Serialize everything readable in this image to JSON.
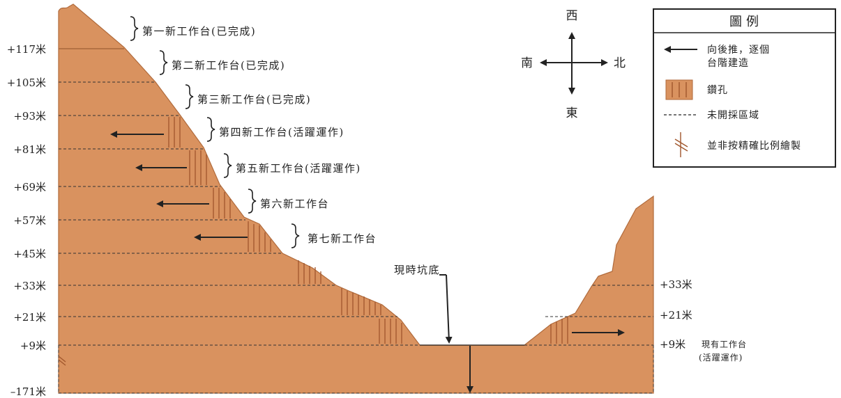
{
  "levels_left": [
    "+117米",
    "+105米",
    "+93米",
    "+81米",
    "+69米",
    "+57米",
    "+45米",
    "+33米",
    "+21米",
    "+9米",
    "–171米"
  ],
  "levels_right": [
    "+33米",
    "+21米",
    "+9米"
  ],
  "benches": [
    "第一新工作台(已完成)",
    "第二新工作台(已完成)",
    "第三新工作台(已完成)",
    "第四新工作台(活躍運作)",
    "第五新工作台(活躍運作)",
    "第六新工作台",
    "第七新工作台"
  ],
  "pit_bottom_label": "現時坑底",
  "existing_bench": {
    "line1": "現有工作台",
    "line2": "(活躍運作)"
  },
  "compass": {
    "north": "北",
    "south": "南",
    "east": "東",
    "west": "西"
  },
  "legend": {
    "title": "圖例",
    "items": [
      {
        "icon": "left-arrow-icon",
        "text": [
          "向後推，逐個",
          "台階建造"
        ]
      },
      {
        "icon": "drill-hole-icon",
        "text": [
          "鑽孔"
        ]
      },
      {
        "icon": "dashed-line-icon",
        "text": [
          "未開採區域"
        ]
      },
      {
        "icon": "scale-break-icon",
        "text": [
          "並非按精確比例繪製"
        ]
      }
    ]
  },
  "colors": {
    "rock": "#d9925f",
    "rock_edge": "#b06a3b",
    "line": "#222222"
  }
}
